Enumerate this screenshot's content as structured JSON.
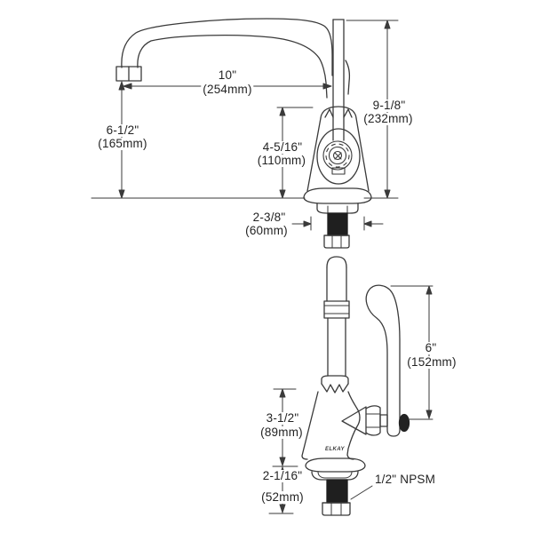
{
  "colors": {
    "background": "#ffffff",
    "line": "#3a3a3a",
    "dark_fill": "#1f1f1f",
    "text": "#232323"
  },
  "brand_logo": "ELKAY",
  "front_view": {
    "dimensions": {
      "spout_reach": {
        "imperial": "10\"",
        "metric": "(254mm)"
      },
      "spout_outlet_height": {
        "imperial": "6-1/2\"",
        "metric": "(165mm)"
      },
      "overall_height": {
        "imperial": "9-1/8\"",
        "metric": "(232mm)"
      },
      "deck_to_spout": {
        "imperial": "4-5/16\"",
        "metric": "(110mm)"
      },
      "base_width": {
        "imperial": "2-3/8\"",
        "metric": "(60mm)"
      }
    }
  },
  "side_view": {
    "dimensions": {
      "handle_height": {
        "imperial": "6\"",
        "metric": "(152mm)"
      },
      "body_height": {
        "imperial": "3-1/2\"",
        "metric": "(89mm)"
      },
      "shank_length": {
        "imperial": "2-1/16\"",
        "metric": "(52mm)"
      }
    },
    "thread_callout": "1/2\" NPSM"
  }
}
